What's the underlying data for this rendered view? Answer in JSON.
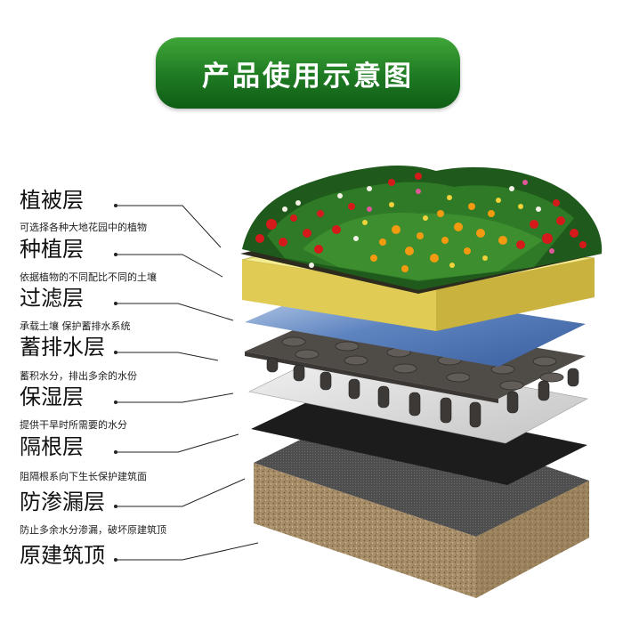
{
  "banner": {
    "title": "产品使用示意图"
  },
  "layers": [
    {
      "name": "植被层",
      "desc": "可选择各种大地花园中的植物"
    },
    {
      "name": "种植层",
      "desc": "依据植物的不同配比不同的土壤"
    },
    {
      "name": "过滤层",
      "desc": "承载土壤 保护蓄排水系统"
    },
    {
      "name": "蓄排水层",
      "desc": "蓄积水分，排出多余的水份"
    },
    {
      "name": "保湿层",
      "desc": "提供干旱时所需要的水分"
    },
    {
      "name": "隔根层",
      "desc": "阻隔根系向下生长保护建筑面"
    },
    {
      "name": "防渗漏层",
      "desc": "防止多余水分渗漏，破坏原建筑顶"
    },
    {
      "name": "原建筑顶",
      "desc": ""
    }
  ]
}
